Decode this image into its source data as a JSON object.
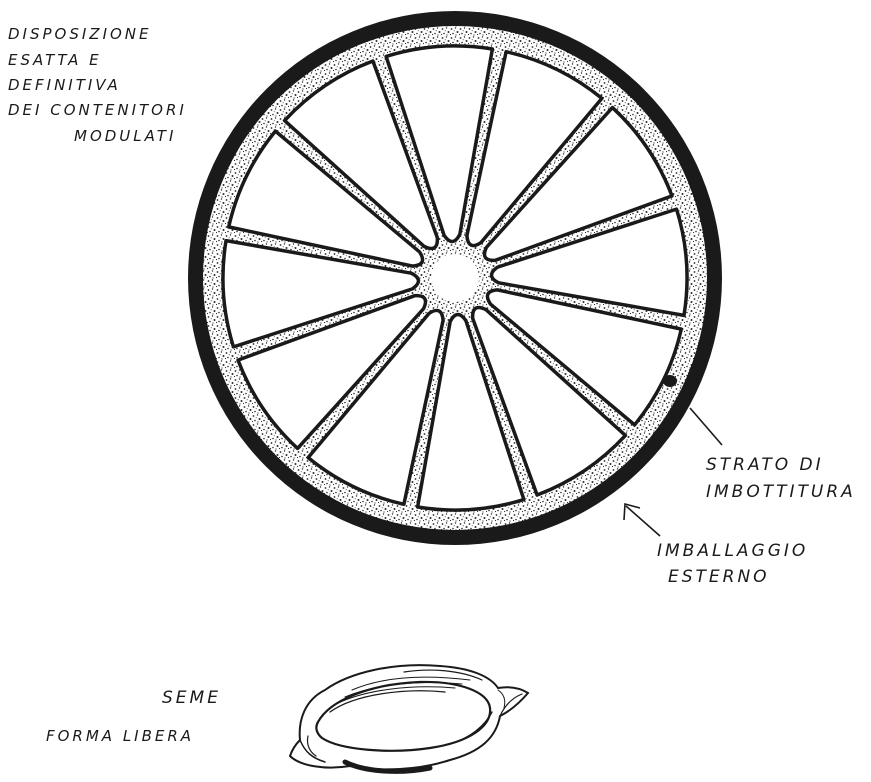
{
  "labels": {
    "top_left": [
      "DISPOSIZIONE",
      "ESATTA  E",
      "DEFINITIVA",
      "DEI  CONTENITORI",
      "MODULATI"
    ],
    "padding_layer": [
      "STRATO DI",
      "IMBOTTITURA"
    ],
    "outer_packaging": [
      "IMBALLAGGIO",
      "ESTERNO"
    ],
    "seed": [
      "SEME",
      "FORMA LIBERA"
    ]
  },
  "diagram": {
    "segment_count": 12,
    "colors": {
      "ink": "#1a1a1a",
      "paper": "#ffffff",
      "stipple": "#2a2a2a"
    }
  }
}
